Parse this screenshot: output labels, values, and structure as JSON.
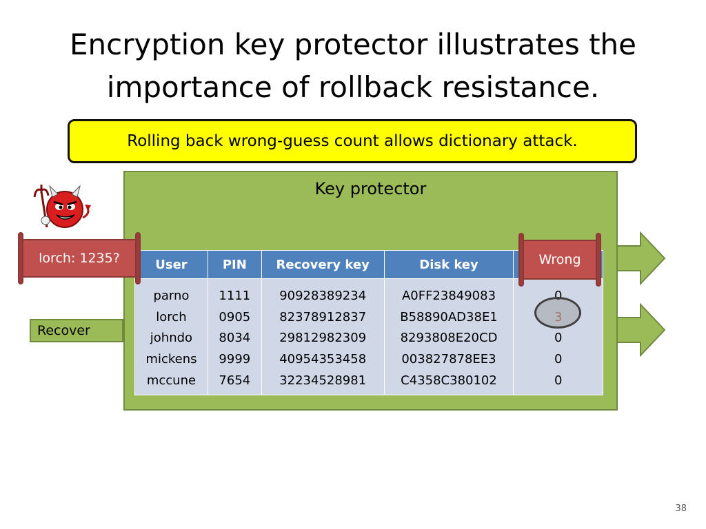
{
  "slide": {
    "title": "Encryption key protector illustrates the\nimportance of rollback resistance.",
    "callout": "Rolling back wrong-guess count allows dictionary attack.",
    "protector_label": "Key protector",
    "guess_scroll": "lorch: 1235?",
    "wrong_scroll": "Wrong",
    "recover_label": "Recover",
    "page_number": "38"
  },
  "table": {
    "headers": [
      "User",
      "PIN",
      "Recovery key",
      "Disk key",
      ""
    ],
    "users": [
      "parno",
      "lorch",
      "johndo",
      "mickens",
      "mccune"
    ],
    "pins": [
      "1111",
      "0905",
      "8034",
      "9999",
      "7654"
    ],
    "recovery_keys": [
      "90928389234",
      "82378912837",
      "29812982309",
      "40954353458",
      "32234528981"
    ],
    "disk_keys": [
      "A0FF23849083",
      "B58890AD38E1",
      "8293808E20CD",
      "003827878EE3",
      "C4358C380102"
    ],
    "wrong_counts": [
      "0",
      "3",
      "0",
      "0",
      "0"
    ],
    "highlighted_row": 1
  },
  "colors": {
    "callout": "#ffff00",
    "protector": "#9bbb59",
    "header": "#4f81bd",
    "cell": "#d0d8e8",
    "scroll": "#c0504d",
    "highlight_text": "#c0504d"
  },
  "icons": [
    "devil-icon",
    "arrow-right-icon"
  ]
}
